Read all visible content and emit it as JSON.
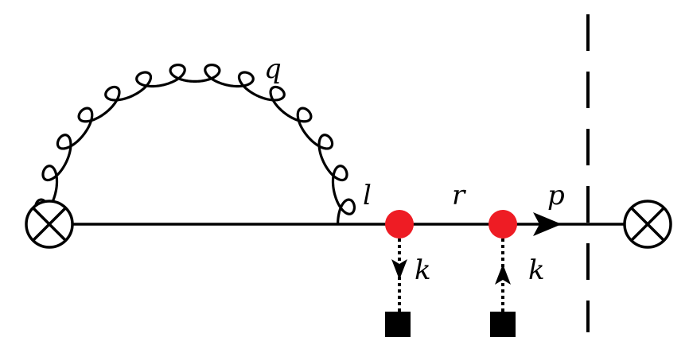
{
  "diagram": {
    "labels": {
      "q": "q",
      "l": "l",
      "r": "r",
      "p": "p",
      "k_left": "k",
      "k_right": "k"
    },
    "colors": {
      "line": "#000000",
      "vertex": "#ee1c24",
      "background": "#ffffff"
    },
    "icons": {
      "operator_insertion": "circled-times-icon",
      "background_source": "filled-square-icon"
    }
  }
}
